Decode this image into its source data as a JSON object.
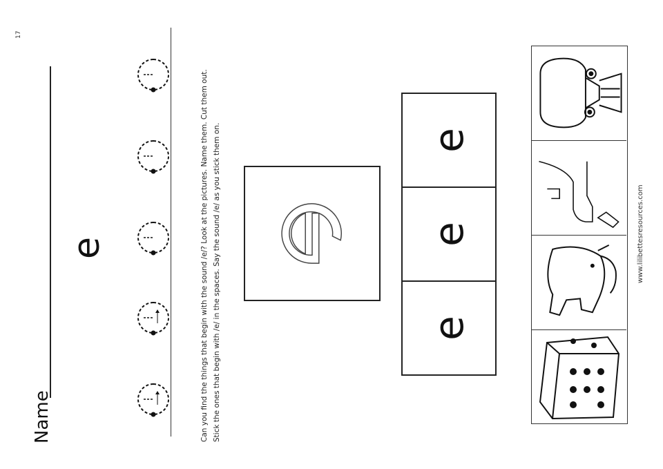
{
  "worksheet": {
    "page_number": "17",
    "name_label": "Name",
    "big_letter": "e",
    "instructions": "Can you find the things that begin with the sound /e/? Look at the pictures. Name them. Cut them out. Stick the ones that begin with /e/ in the spaces. Say the sound /e/ as you stick them on.",
    "stick_letters": [
      "e",
      "e",
      "e"
    ],
    "website": "www.lilibettesresources.com",
    "pictures": [
      "egg-cup",
      "leg",
      "elephant",
      "dice"
    ]
  }
}
